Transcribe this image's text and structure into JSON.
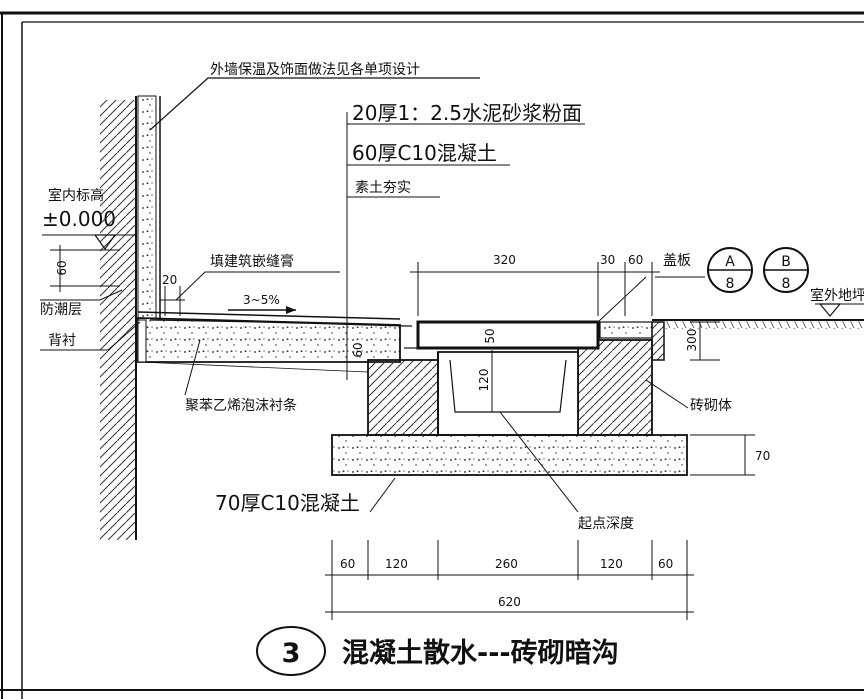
{
  "drawing": {
    "callouts": {
      "wall_finish": "外墙保温及饰面做法见各单项设计",
      "mortar_layer": "20厚1：2.5水泥砂浆粉面",
      "concrete_layer": "60厚C10混凝土",
      "compacted_soil": "素土夯实",
      "indoor_level_label": "室内标高",
      "indoor_level_value": "±0.000",
      "sealant": "填建筑嵌缝膏",
      "slope": "3~5%",
      "damp_proof": "防潮层",
      "backing": "背衬",
      "foam_strip": "聚苯乙烯泡沫衬条",
      "cover_plate": "盖板",
      "outdoor_ground": "室外地坪",
      "masonry": "砖砌体",
      "base_concrete": "70厚C10混凝土",
      "start_depth": "起点深度"
    },
    "markers": {
      "a_top": "A",
      "a_bottom": "8",
      "b_top": "B",
      "b_bottom": "8"
    },
    "dimensions": {
      "wall_60": "60",
      "gap_20": "20",
      "cover_320": "320",
      "right_30": "30",
      "right_60": "60",
      "slab_60": "60",
      "cover_50": "50",
      "depth_120": "120",
      "right_300": "300",
      "base_70": "70",
      "bottom_60_left": "60",
      "bottom_120_left": "120",
      "bottom_260": "260",
      "bottom_120_right": "120",
      "bottom_60_right": "60",
      "total_620": "620"
    },
    "title": {
      "number": "3",
      "text": "混凝土散水---砖砌暗沟"
    }
  }
}
